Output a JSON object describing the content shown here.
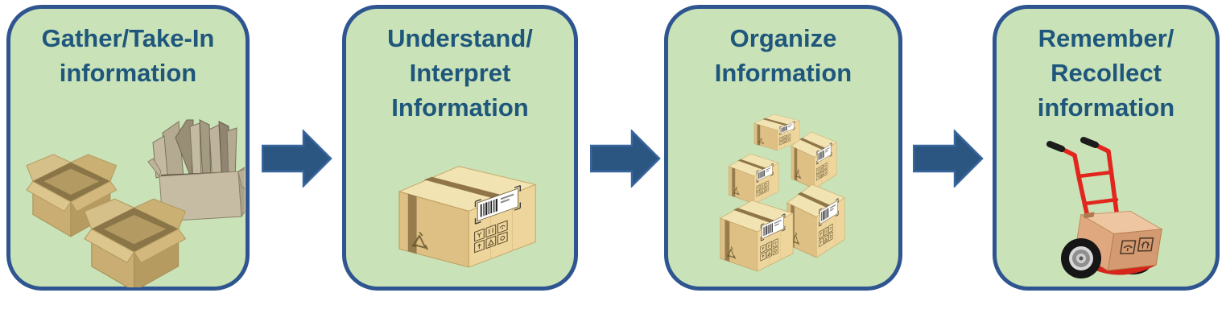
{
  "diagram": {
    "type": "process-flow",
    "direction": "left-to-right",
    "colors": {
      "panel_fill": "#c9e2b7",
      "panel_border": "#2f5590",
      "title_text": "#1f567c",
      "arrow_fill": "#2b5681"
    },
    "steps": [
      {
        "title": "Gather/Take-In\ninformation",
        "icon": "open-boxes-icon"
      },
      {
        "title": "Understand/\nInterpret\nInformation",
        "icon": "closed-box-icon"
      },
      {
        "title": "Organize\nInformation",
        "icon": "box-stack-icon"
      },
      {
        "title": "Remember/\nRecollect\ninformation",
        "icon": "hand-truck-icon"
      }
    ],
    "connectors": [
      {
        "type": "arrow-right"
      },
      {
        "type": "arrow-right"
      },
      {
        "type": "arrow-right"
      }
    ]
  }
}
